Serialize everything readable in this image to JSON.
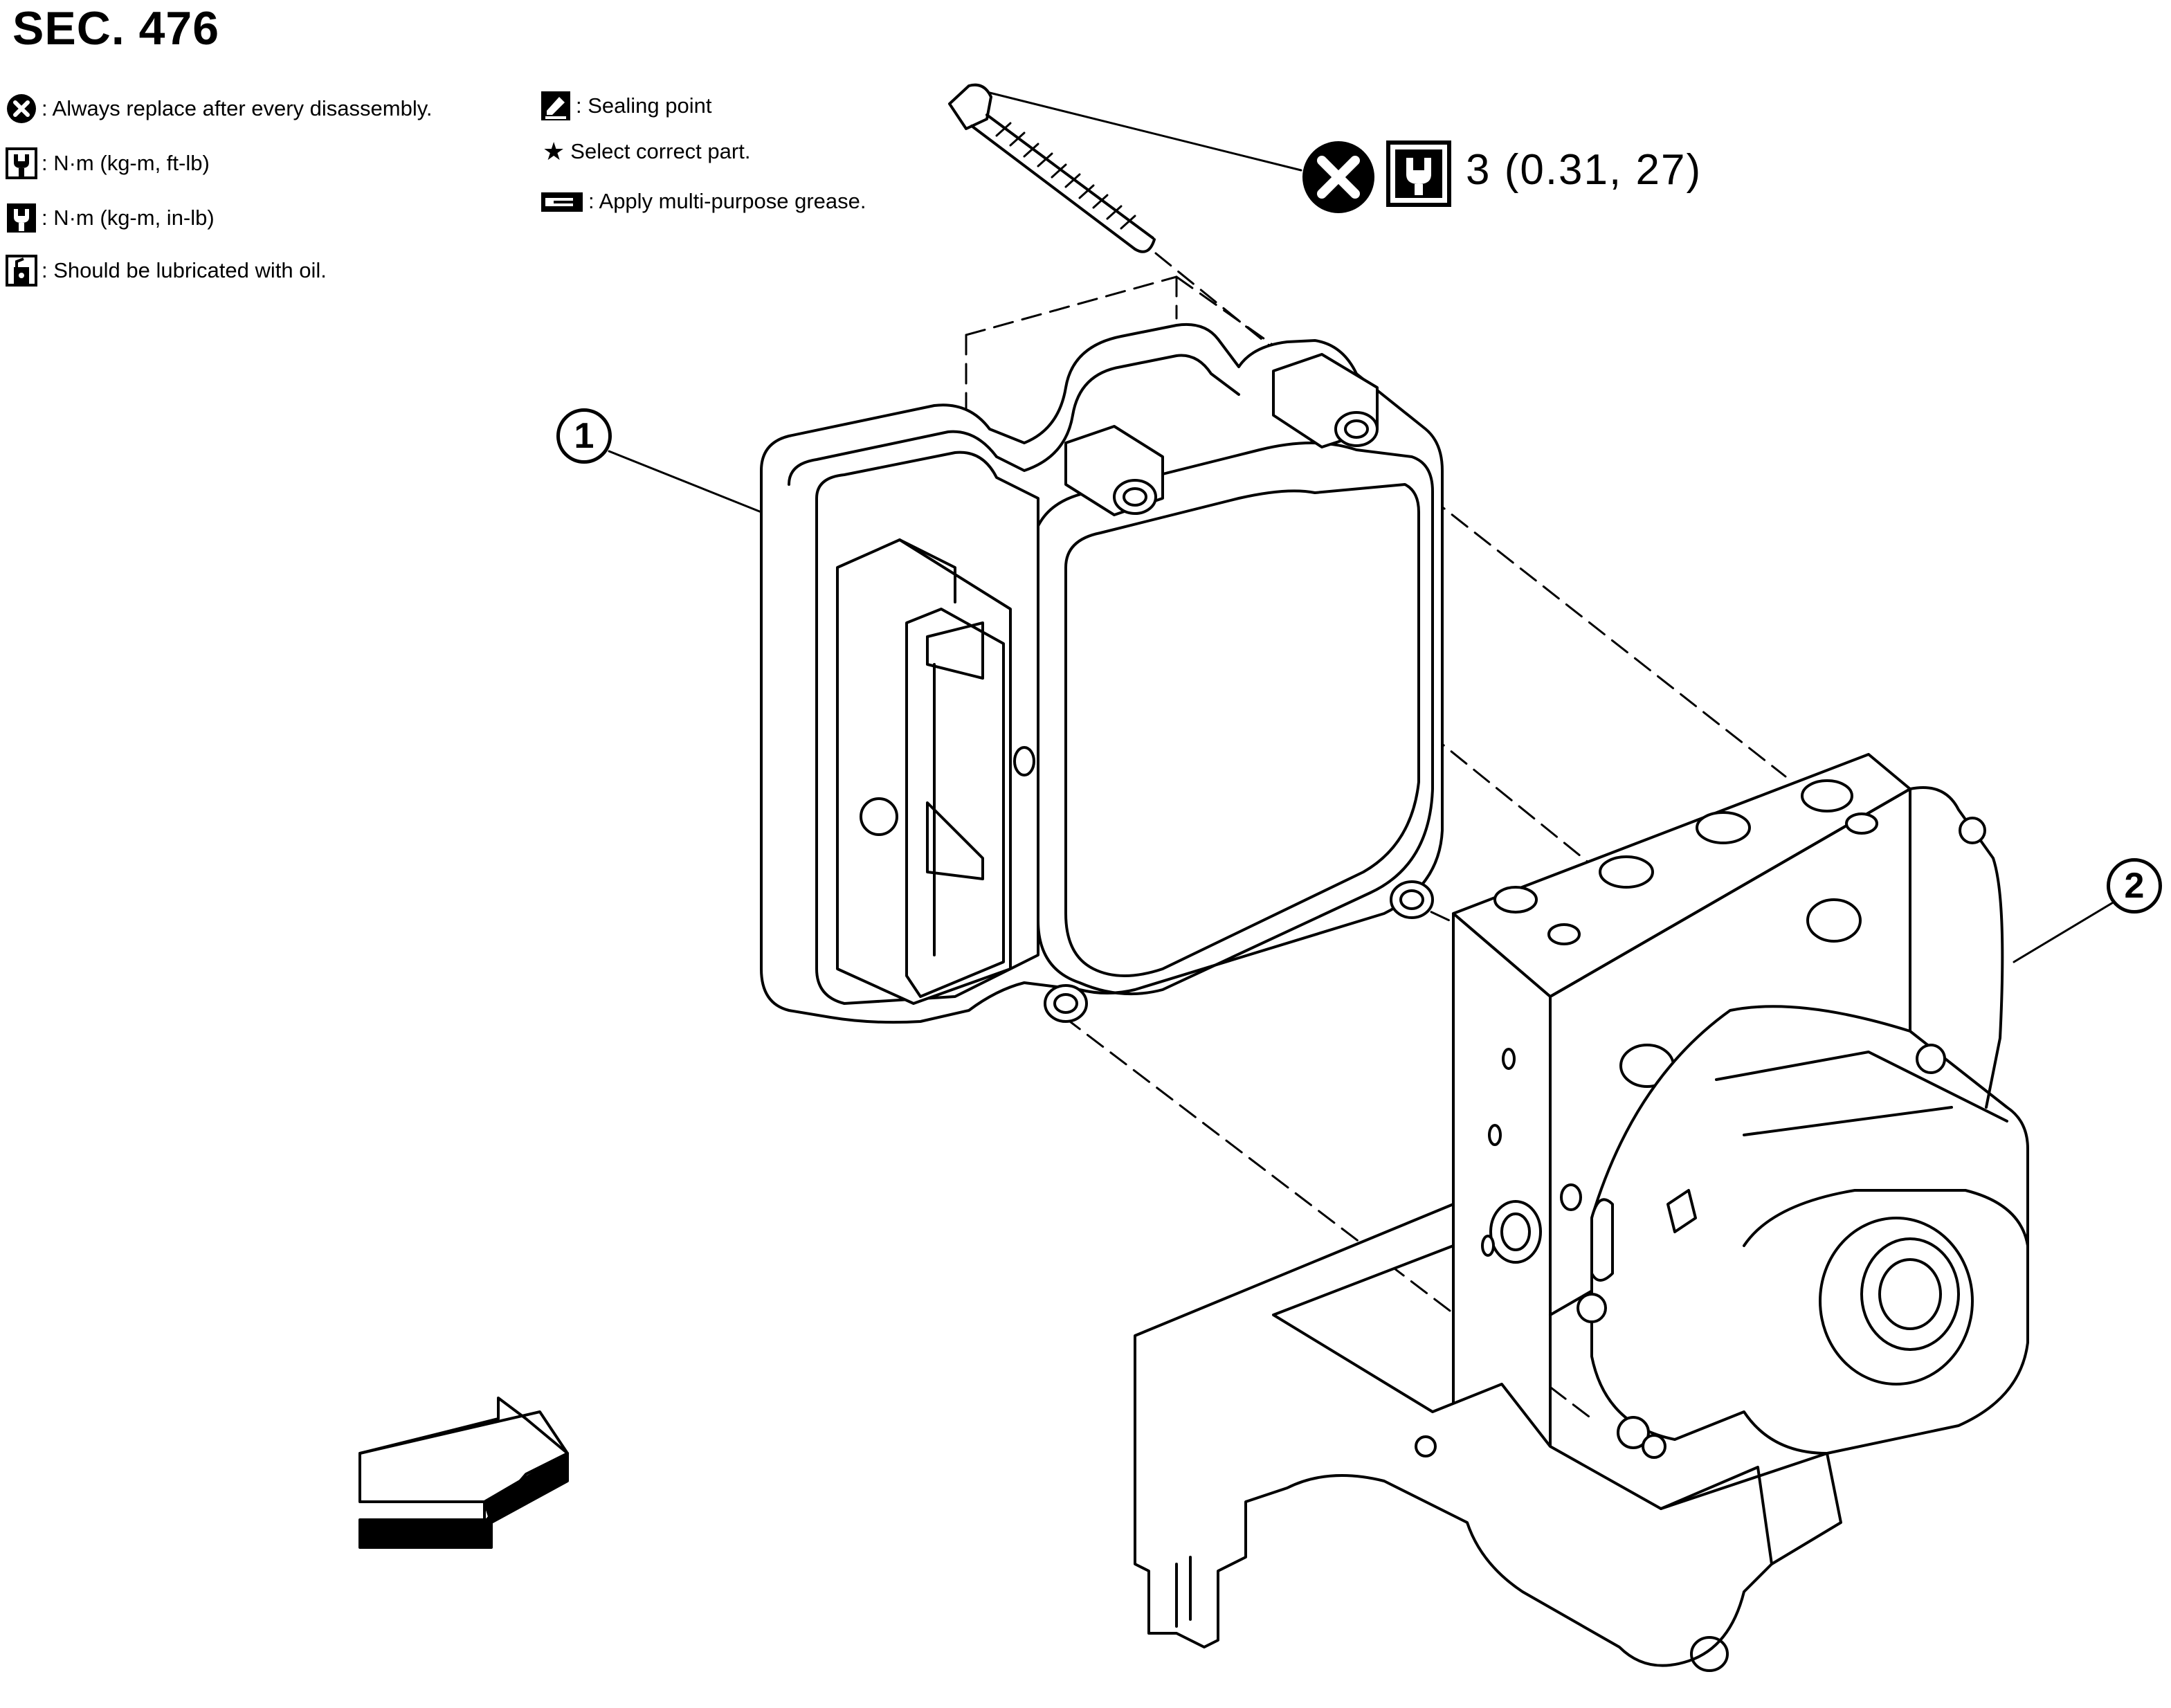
{
  "title": "SEC. 476",
  "legend": [
    {
      "icon": "always-replace-icon",
      "text": ": Always replace after every disassembly."
    },
    {
      "icon": "torque-ft-lb-icon",
      "text": ": N·m (kg-m, ft-lb)"
    },
    {
      "icon": "torque-in-lb-icon",
      "text": ": N·m (kg-m, in-lb)"
    },
    {
      "icon": "oil-lubricate-icon",
      "text": ": Should be lubricated with oil."
    },
    {
      "icon": "sealing-point-icon",
      "text": ": Sealing point"
    },
    {
      "icon": "star-icon",
      "text": "Select correct part.",
      "glyph": "★"
    },
    {
      "icon": "grease-icon",
      "text": ": Apply multi-purpose grease."
    }
  ],
  "torque_spec": "3 (0.31, 27)",
  "callouts": [
    {
      "number": "1",
      "part": "abs-control-unit"
    },
    {
      "number": "2",
      "part": "abs-actuator"
    }
  ],
  "colors": {
    "line": "#000000",
    "background": "#ffffff"
  }
}
